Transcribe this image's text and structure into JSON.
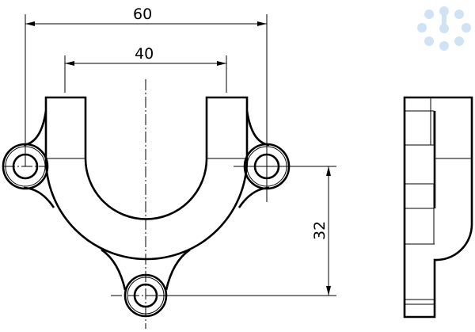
{
  "drawing": {
    "dimensions": {
      "overall_hole_spacing": "60",
      "arm_width": "40",
      "vertical_hole_offset": "32"
    },
    "logo_color": "#cfe3f5"
  }
}
